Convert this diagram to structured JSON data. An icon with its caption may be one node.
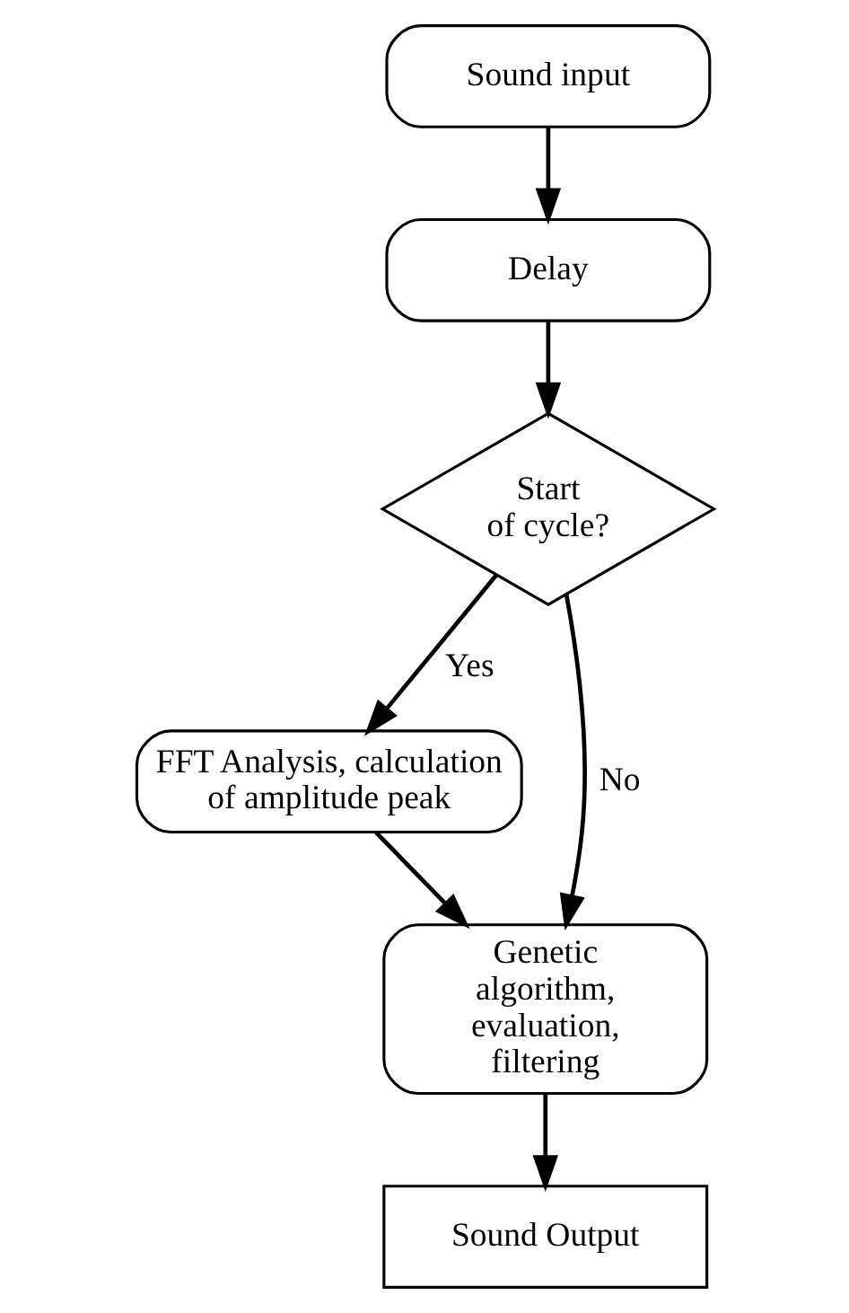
{
  "diagram": {
    "nodes": [
      {
        "text": [
          "Sound input"
        ]
      },
      {
        "text": [
          "Delay"
        ]
      },
      {
        "text": [
          "Start of cycle?"
        ]
      },
      {
        "text": [
          "FFT Analysis, calculation of amplitude peak"
        ]
      },
      {
        "text": [
          "Genetic algorithm, evaluation, filtering"
        ]
      },
      {
        "text": [
          "Sound Output"
        ]
      }
    ],
    "edges": [
      {
        "from": 0,
        "to": 1,
        "arrow": "to"
      },
      {
        "from": 1,
        "to": 2,
        "arrow": "to"
      },
      {
        "from": 2,
        "to": 3,
        "label": "Yes",
        "arrow": "to"
      },
      {
        "from": 2,
        "to": 4,
        "label": "No",
        "arrow": "to"
      },
      {
        "from": 3,
        "to": 4,
        "arrow": "to"
      },
      {
        "from": 4,
        "to": 5,
        "arrow": "to"
      }
    ]
  }
}
